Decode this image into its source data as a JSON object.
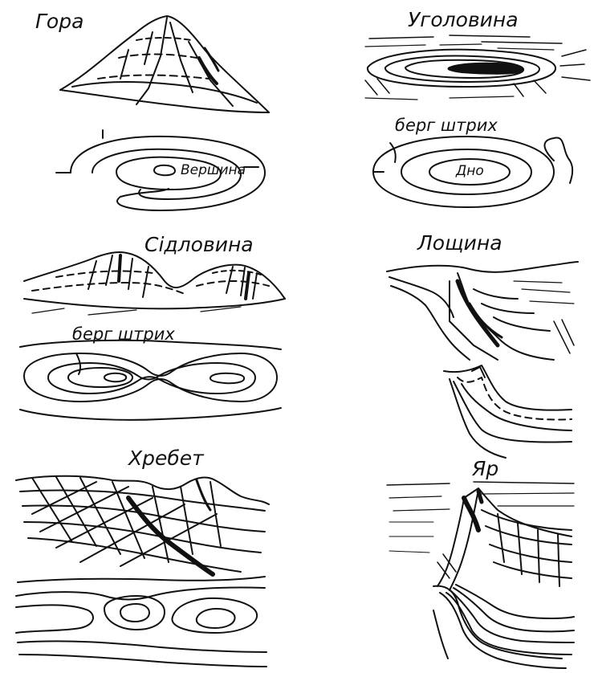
{
  "panels": {
    "hora": {
      "title": "Гора",
      "summit_label": "Вершина"
    },
    "uholovyna": {
      "title": "Уголовина",
      "berg_label": "берг штрих",
      "bottom_label": "Дно"
    },
    "sidlovyna": {
      "title": "Сідловина",
      "berg_label": "берг штрих"
    },
    "loshchyna": {
      "title": "Лощина"
    },
    "khrebet": {
      "title": "Хребет"
    },
    "yar": {
      "title": "Яр"
    }
  },
  "colors": {
    "ink": "#111111",
    "paper": "#ffffff"
  }
}
